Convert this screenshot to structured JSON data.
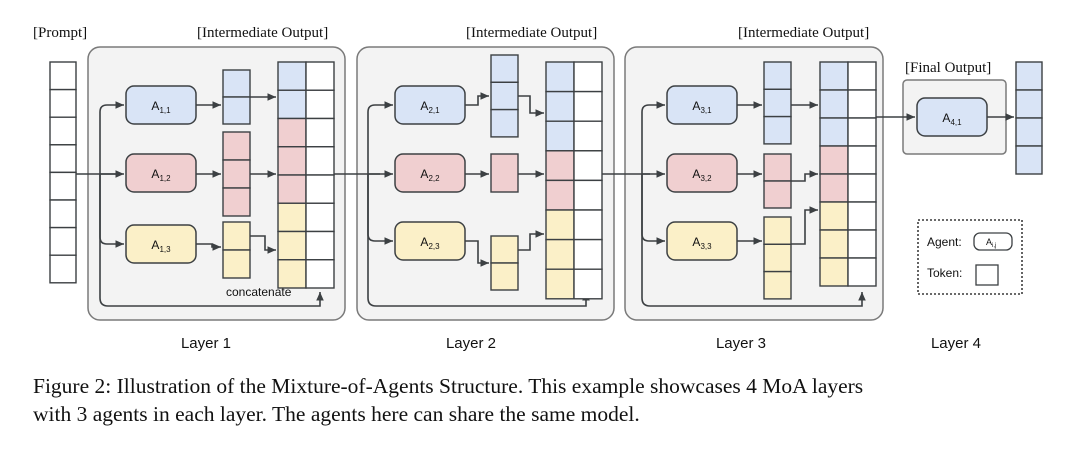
{
  "header_labels": {
    "prompt": "[Prompt]",
    "intermediate_1": "[Intermediate Output]",
    "intermediate_2": "[Intermediate Output]",
    "intermediate_3": "[Intermediate Output]",
    "final": "[Final Output]"
  },
  "agents": {
    "a11": {
      "base": "A",
      "sub": "1,1"
    },
    "a12": {
      "base": "A",
      "sub": "1,2"
    },
    "a13": {
      "base": "A",
      "sub": "1,3"
    },
    "a21": {
      "base": "A",
      "sub": "2,1"
    },
    "a22": {
      "base": "A",
      "sub": "2,2"
    },
    "a23": {
      "base": "A",
      "sub": "2,3"
    },
    "a31": {
      "base": "A",
      "sub": "3,1"
    },
    "a32": {
      "base": "A",
      "sub": "3,2"
    },
    "a33": {
      "base": "A",
      "sub": "3,3"
    },
    "a41": {
      "base": "A",
      "sub": "4,1"
    }
  },
  "concatenate_label": "concatenate",
  "layers": [
    "Layer 1",
    "Layer 2",
    "Layer 3",
    "Layer 4"
  ],
  "legend": {
    "agent_label": "Agent:",
    "agent_glyph_base": "A",
    "agent_glyph_sub": "i,j",
    "token_label": "Token:"
  },
  "caption": {
    "line1": "Figure 2: Illustration of the Mixture-of-Agents Structure. This example showcases 4 MoA layers",
    "line2": "with 3 agents in each layer. The agents here can share the same model."
  },
  "colors": {
    "blue": "#d9e4f6",
    "red": "#f0cfd0",
    "yellow": "#fbf0c8",
    "stroke": "#3c4043",
    "layer_fill": "#f3f3f3",
    "layer_stroke": "#7a7a7a"
  }
}
